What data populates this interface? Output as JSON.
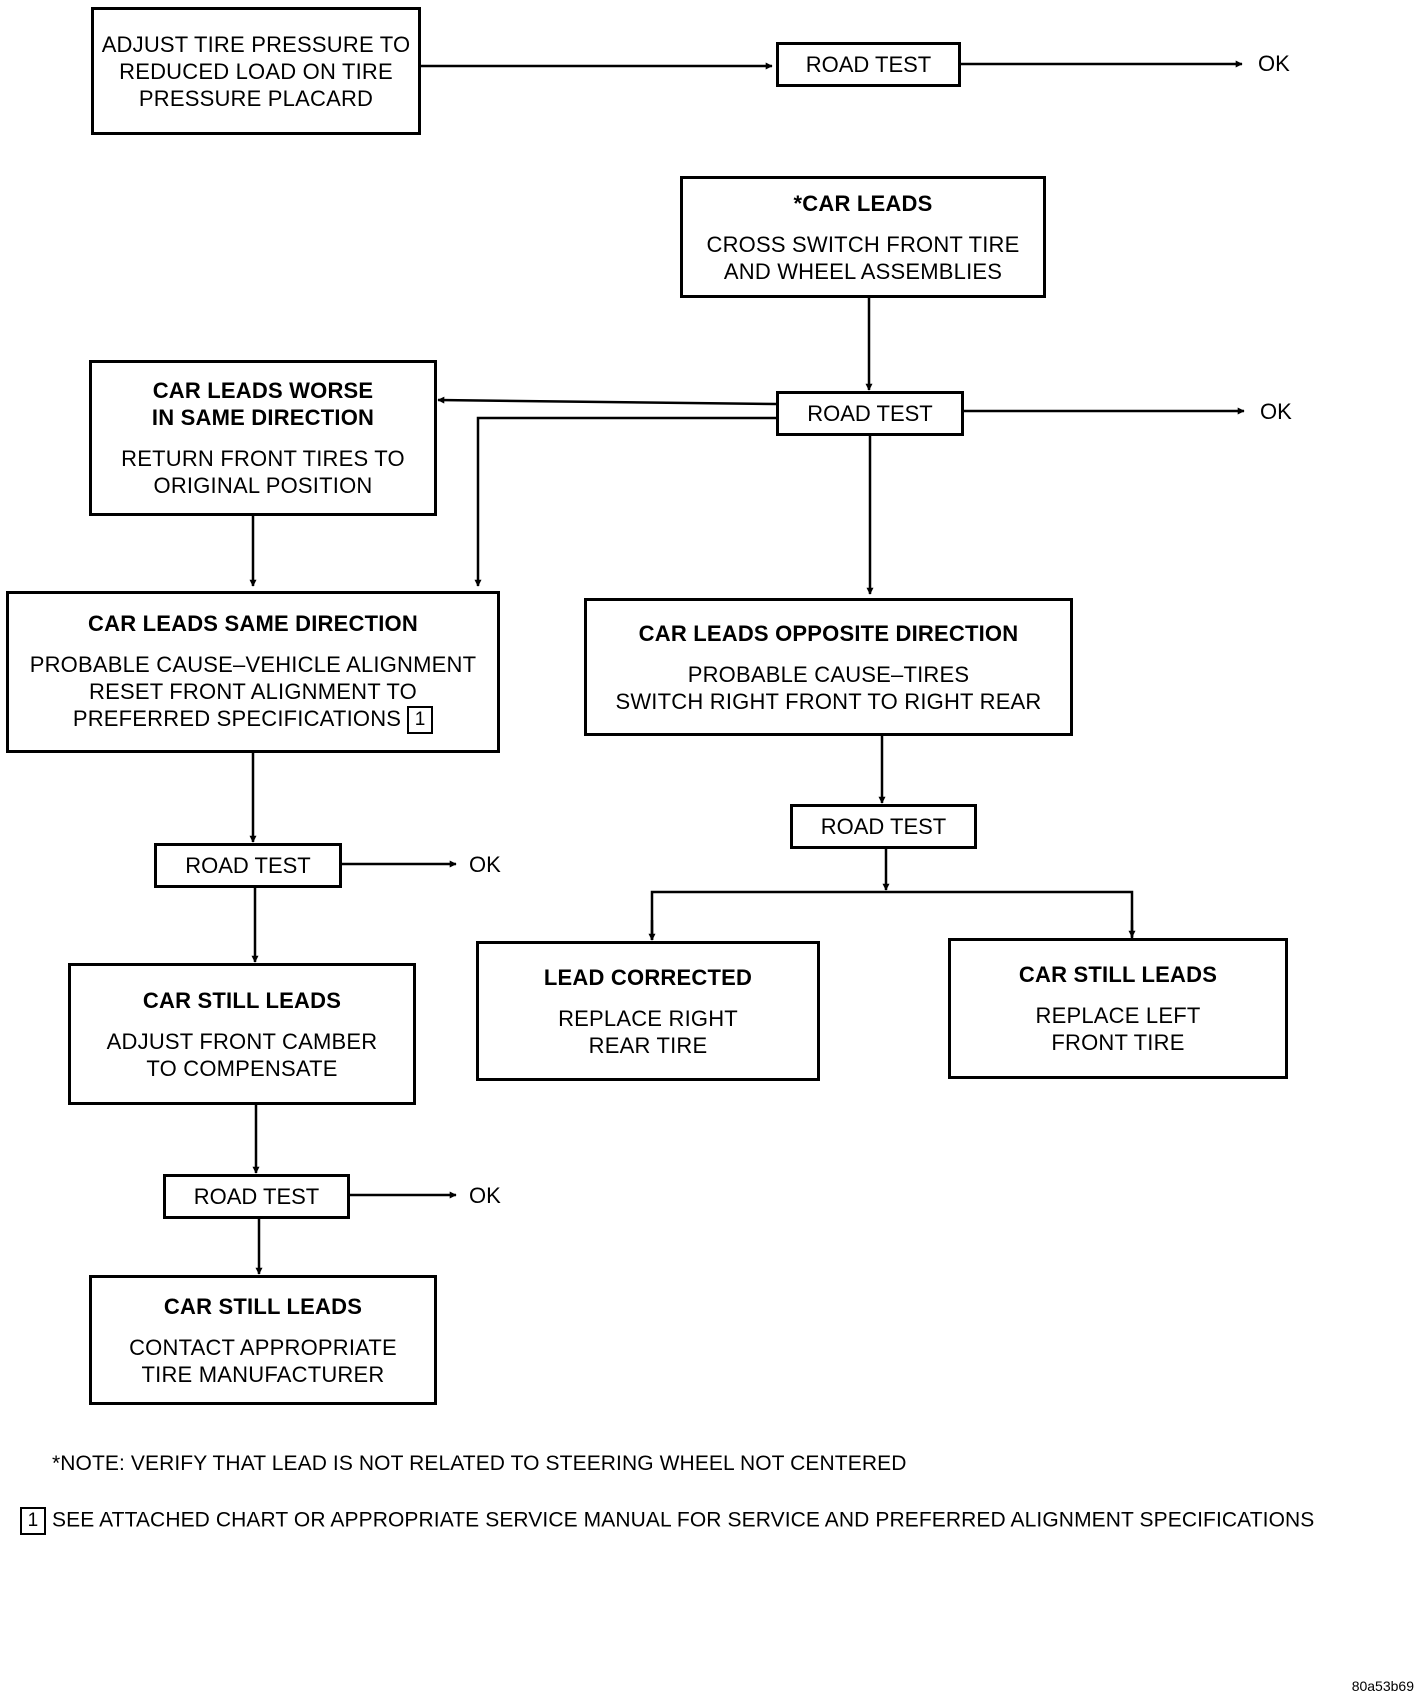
{
  "boxes": {
    "adjust_pressure": {
      "lines": [
        "ADJUST TIRE PRESSURE TO",
        "REDUCED LOAD ON TIRE",
        "PRESSURE PLACARD"
      ]
    },
    "car_leads": {
      "heading": "*CAR LEADS",
      "lines": [
        "CROSS SWITCH FRONT TIRE",
        "AND WHEEL ASSEMBLIES"
      ]
    },
    "worse_same": {
      "heading_lines": [
        "CAR LEADS WORSE",
        "IN SAME DIRECTION"
      ],
      "lines": [
        "RETURN FRONT TIRES TO",
        "ORIGINAL POSITION"
      ]
    },
    "same_direction": {
      "heading": "CAR LEADS SAME DIRECTION",
      "lines": [
        "PROBABLE CAUSE–VEHICLE  ALIGNMENT",
        "RESET FRONT ALIGNMENT TO",
        "PREFERRED SPECIFICATIONS"
      ],
      "ref": "1"
    },
    "opposite_direction": {
      "heading": "CAR LEADS OPPOSITE DIRECTION",
      "lines": [
        "PROBABLE CAUSE–TIRES",
        "SWITCH RIGHT FRONT TO RIGHT REAR"
      ]
    },
    "still_leads_camber": {
      "heading": "CAR STILL LEADS",
      "lines": [
        "ADJUST FRONT CAMBER",
        "TO COMPENSATE"
      ]
    },
    "lead_corrected": {
      "heading": "LEAD CORRECTED",
      "lines": [
        "REPLACE RIGHT",
        "REAR TIRE"
      ]
    },
    "still_leads_left": {
      "heading": "CAR STILL LEADS",
      "lines": [
        "REPLACE LEFT",
        "FRONT TIRE"
      ]
    },
    "still_leads_contact": {
      "heading": "CAR STILL LEADS",
      "lines": [
        "CONTACT APPROPRIATE",
        "TIRE MANUFACTURER"
      ]
    }
  },
  "road_test_label": "ROAD TEST",
  "ok_label": "OK",
  "notes": {
    "note_line": "*NOTE: VERIFY THAT LEAD IS NOT RELATED TO STEERING WHEEL NOT CENTERED",
    "footnote_ref": "1",
    "footnote_line": "SEE ATTACHED CHART OR APPROPRIATE SERVICE MANUAL FOR SERVICE AND PREFERRED ALIGNMENT SPECIFICATIONS"
  },
  "figure_code": "80a53b69"
}
